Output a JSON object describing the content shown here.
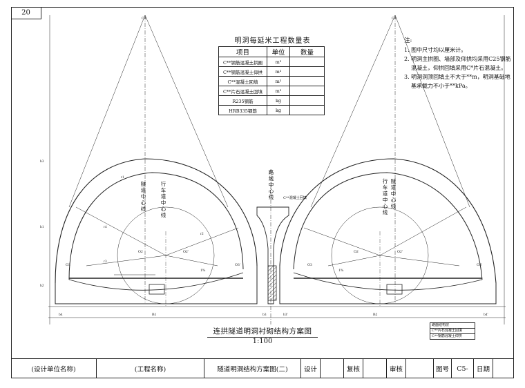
{
  "sheet_number": "20",
  "quantity_table": {
    "title": "明洞每延米工程数量表",
    "headers": [
      "项目",
      "单位",
      "数量"
    ],
    "rows": [
      {
        "item": "C**钢筋混凝土拱圈",
        "unit": "m³",
        "qty": ""
      },
      {
        "item": "C**钢筋混凝土仰拱",
        "unit": "m³",
        "qty": ""
      },
      {
        "item": "C**混凝土回填",
        "unit": "m³",
        "qty": ""
      },
      {
        "item": "C**片石混凝土回填",
        "unit": "m³",
        "qty": ""
      },
      {
        "item": "R235钢筋",
        "unit": "kg",
        "qty": ""
      },
      {
        "item": "HRB335钢筋",
        "unit": "kg",
        "qty": ""
      }
    ]
  },
  "notes": {
    "title": "注:",
    "items": [
      "1. 图中尺寸均以厘米计。",
      "2. 明洞主拱圈、墙部及仰拱均采用C25钢筋混凝土，仰拱回填采用C*片石混凝土。",
      "3. 明洞洞顶回填土不大于**m，明洞基础地基承载力不小于**kPa。"
    ]
  },
  "drawing_labels": {
    "center_left": "行车道中心线",
    "center_left_2": "隧道中心线",
    "center_right": "行车道中心线",
    "center_right_2": "隧道中心线",
    "route_center": "路线中心线",
    "fill_label": "C**混凝土回填",
    "o4_left": "O4",
    "o4_right": "O4",
    "o3_left": "O3",
    "o3p_left": "O3'",
    "o3_right": "O3",
    "o3p_right": "O3'",
    "o2_left": "O2",
    "o2p_left": "O2'",
    "o2_right": "O2",
    "o2p_right": "O2'",
    "slope_left": "1%",
    "slope_right": "1%",
    "b4": "b4",
    "b1": "B1",
    "b3": "b3",
    "b3p": "b3'",
    "b4p": "b4'",
    "b2": "B2",
    "r4": "r4",
    "r1": "r1",
    "r3": "r3",
    "r2": "r2",
    "h1": "h1",
    "h2": "h2",
    "h3": "h3"
  },
  "legend": {
    "items": [
      "路面结构层",
      "C**片石混凝土回填",
      "C**钢筋混凝土仰拱"
    ]
  },
  "drawing_title": "连拱隧道明洞衬砌结构方案图",
  "scale": "1:100",
  "title_block": {
    "designer_unit": "(设计单位名称)",
    "project_name": "(工程名称)",
    "drawing_name": "隧道明洞结构方案图(二)",
    "design": "设计",
    "review": "复核",
    "approve": "审核",
    "drawing_no_label": "图号",
    "drawing_no": "C5-",
    "date_label": "日期"
  }
}
